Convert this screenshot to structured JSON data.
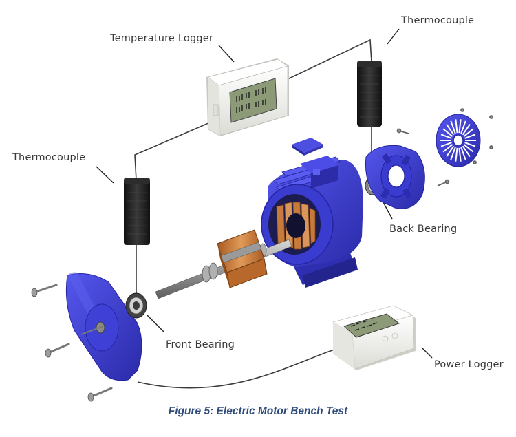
{
  "labels": {
    "temperature_logger": "Temperature Logger",
    "thermocouple_top": "Thermocouple",
    "thermocouple_left": "Thermocouple",
    "back_bearing": "Back Bearing",
    "front_bearing": "Front Bearing",
    "power_logger": "Power Logger"
  },
  "caption": "Figure 5: Electric Motor Bench Test",
  "colors": {
    "motor_blue": "#3d3fd6",
    "motor_blue_dark": "#2a2aa8",
    "logger_white": "#f4f4f0",
    "logger_screen": "#8c9a78",
    "sensor_black": "#1e1e1e",
    "copper": "#c77a3c",
    "caption_blue": "#2e4a7a",
    "wire": "#444444"
  }
}
